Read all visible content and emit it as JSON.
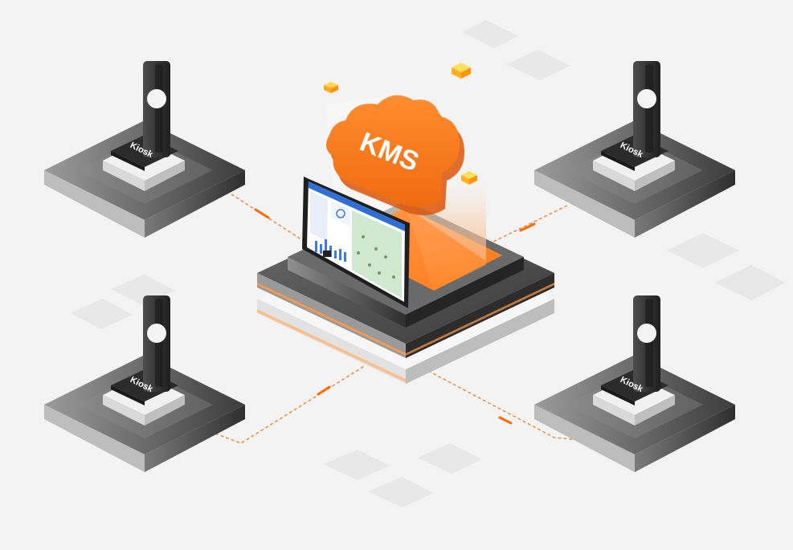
{
  "cloud": {
    "label": "KMS",
    "color": "#ff7a1a"
  },
  "kiosks": [
    {
      "id": "top-left",
      "label": "Kiosk"
    },
    {
      "id": "top-right",
      "label": "Kiosk"
    },
    {
      "id": "bottom-left",
      "label": "Kiosk"
    },
    {
      "id": "bottom-right",
      "label": "Kiosk"
    }
  ],
  "colors": {
    "background": "#f3f3f3",
    "accent": "#ff7a1a",
    "connector": "#f08a3c",
    "platform_dark": "#4a4a4a",
    "platform_light": "#e6e6e6"
  },
  "icons": {
    "cloud": "cloud-icon",
    "tablet": "tablet-icon",
    "kiosk": "kiosk-stand-icon"
  }
}
